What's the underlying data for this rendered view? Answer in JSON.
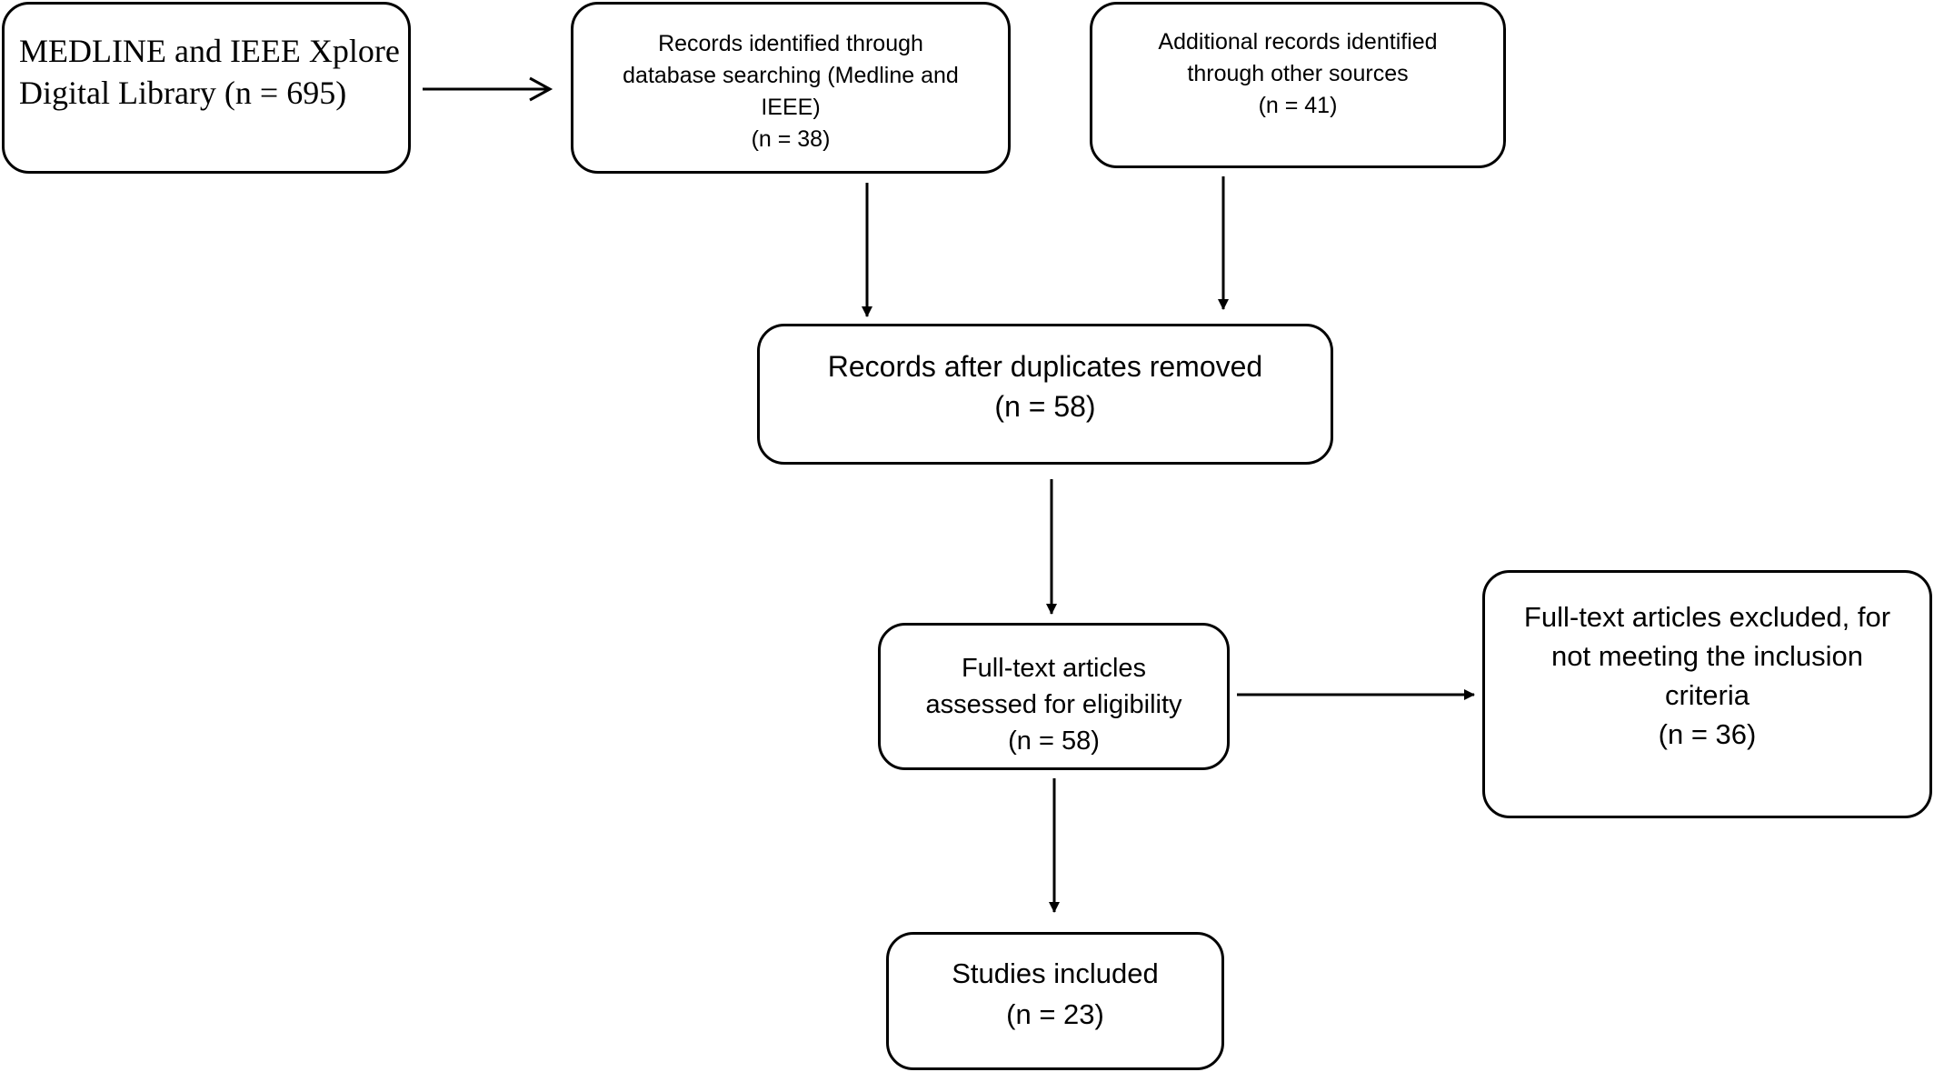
{
  "flowchart": {
    "source_box": {
      "lines": [
        "MEDLINE and IEEE Xplore",
        "Digital Library (n = 695)"
      ]
    },
    "database_box": {
      "lines": [
        "Records identified through",
        "database searching (Medline and",
        "IEEE)",
        "(n = 38)"
      ]
    },
    "other_sources_box": {
      "lines": [
        "Additional records identified",
        "through other sources",
        "(n = 41)"
      ]
    },
    "duplicates_box": {
      "lines": [
        "Records after duplicates removed",
        "(n = 58)"
      ]
    },
    "eligibility_box": {
      "lines": [
        "Full-text articles",
        "assessed for eligibility",
        "(n = 58)"
      ]
    },
    "excluded_box": {
      "lines": [
        "Full-text articles excluded, for",
        "not meeting the inclusion",
        "criteria",
        "(n = 36)"
      ]
    },
    "included_box": {
      "lines": [
        "Studies included",
        "(n = 23)"
      ]
    }
  }
}
